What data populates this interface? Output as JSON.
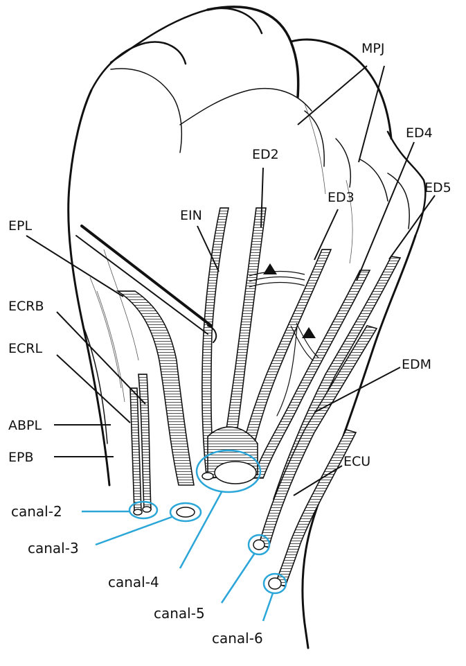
{
  "colors": {
    "ink": "#111111",
    "canal_accent": "#2aa6d8",
    "background": "#ffffff"
  },
  "labels": {
    "mpj": "MPJ",
    "ed2": "ED2",
    "ed3": "ED3",
    "ed4": "ED4",
    "ed5": "ED5",
    "ein": "EIN",
    "epl": "EPL",
    "ecrb": "ECRB",
    "ecrl": "ECRL",
    "abpl": "ABPL",
    "epb": "EPB",
    "edm": "EDM",
    "ecu": "ECU"
  },
  "canals": {
    "c2": "canal-2",
    "c3": "canal-3",
    "c4": "canal-4",
    "c5": "canal-5",
    "c6": "canal-6"
  },
  "markers": {
    "triangle_icon": "black-triangle"
  }
}
